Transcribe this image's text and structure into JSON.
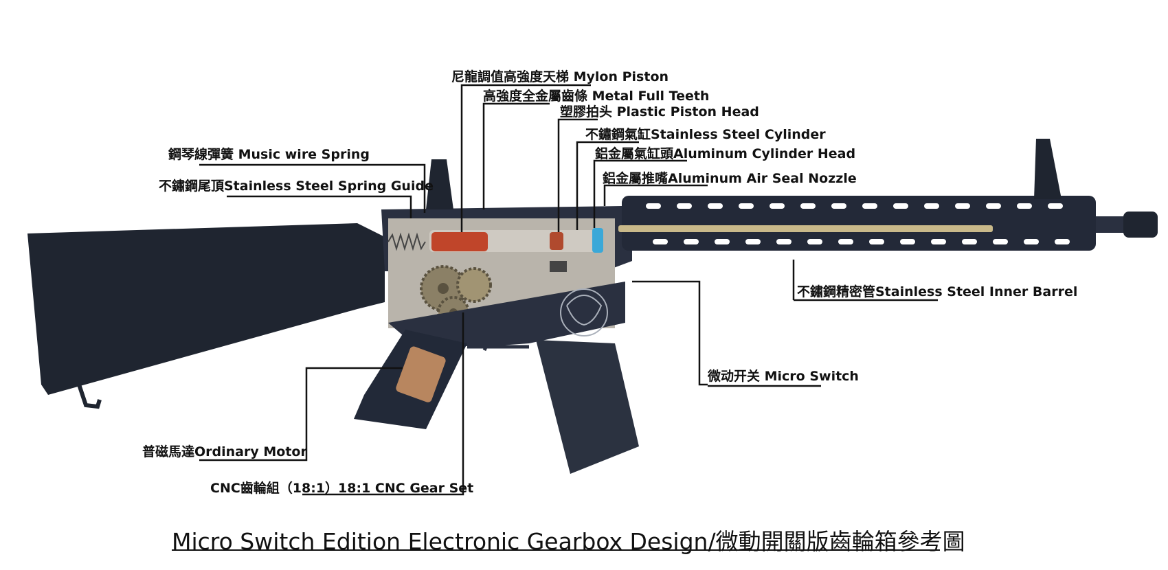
{
  "title": "Micro Switch Edition Electronic Gearbox Design/微動開關版齒輪箱參考圖",
  "labels": {
    "mylon_piston": "尼龍調值高強度天梯 Mylon Piston",
    "metal_full_teeth": "高強度全金屬齒條 Metal Full Teeth",
    "plastic_piston_head": "塑膠拍头  Plastic Piston Head",
    "stainless_cylinder": "不鏽鋼氣缸Stainless Steel Cylinder",
    "aluminum_cylinder_head": "鋁金屬氣缸頭Aluminum Cylinder Head",
    "aluminum_nozzle": "鋁金屬推嘴Aluminum Air Seal Nozzle",
    "music_wire_spring": "鋼琴線彈簧 Music wire Spring",
    "spring_guide": "不鏽鋼尾頂Stainless Steel Spring Guide",
    "inner_barrel": "不鏽鋼精密管Stainless Steel Inner Barrel",
    "micro_switch": "微动开关 Micro Switch",
    "ordinary_motor": "普磁馬達Ordinary Motor",
    "gear_set": "CNC齒輪組（18:1）18:1 CNC Gear Set"
  },
  "colors": {
    "gun_body": "#1f2530",
    "piston": "#c0452a",
    "nozzle": "#3aa8d8",
    "barrel": "#c9b98a",
    "cylinder": "#cfcac2",
    "gears": "#8b8066"
  }
}
